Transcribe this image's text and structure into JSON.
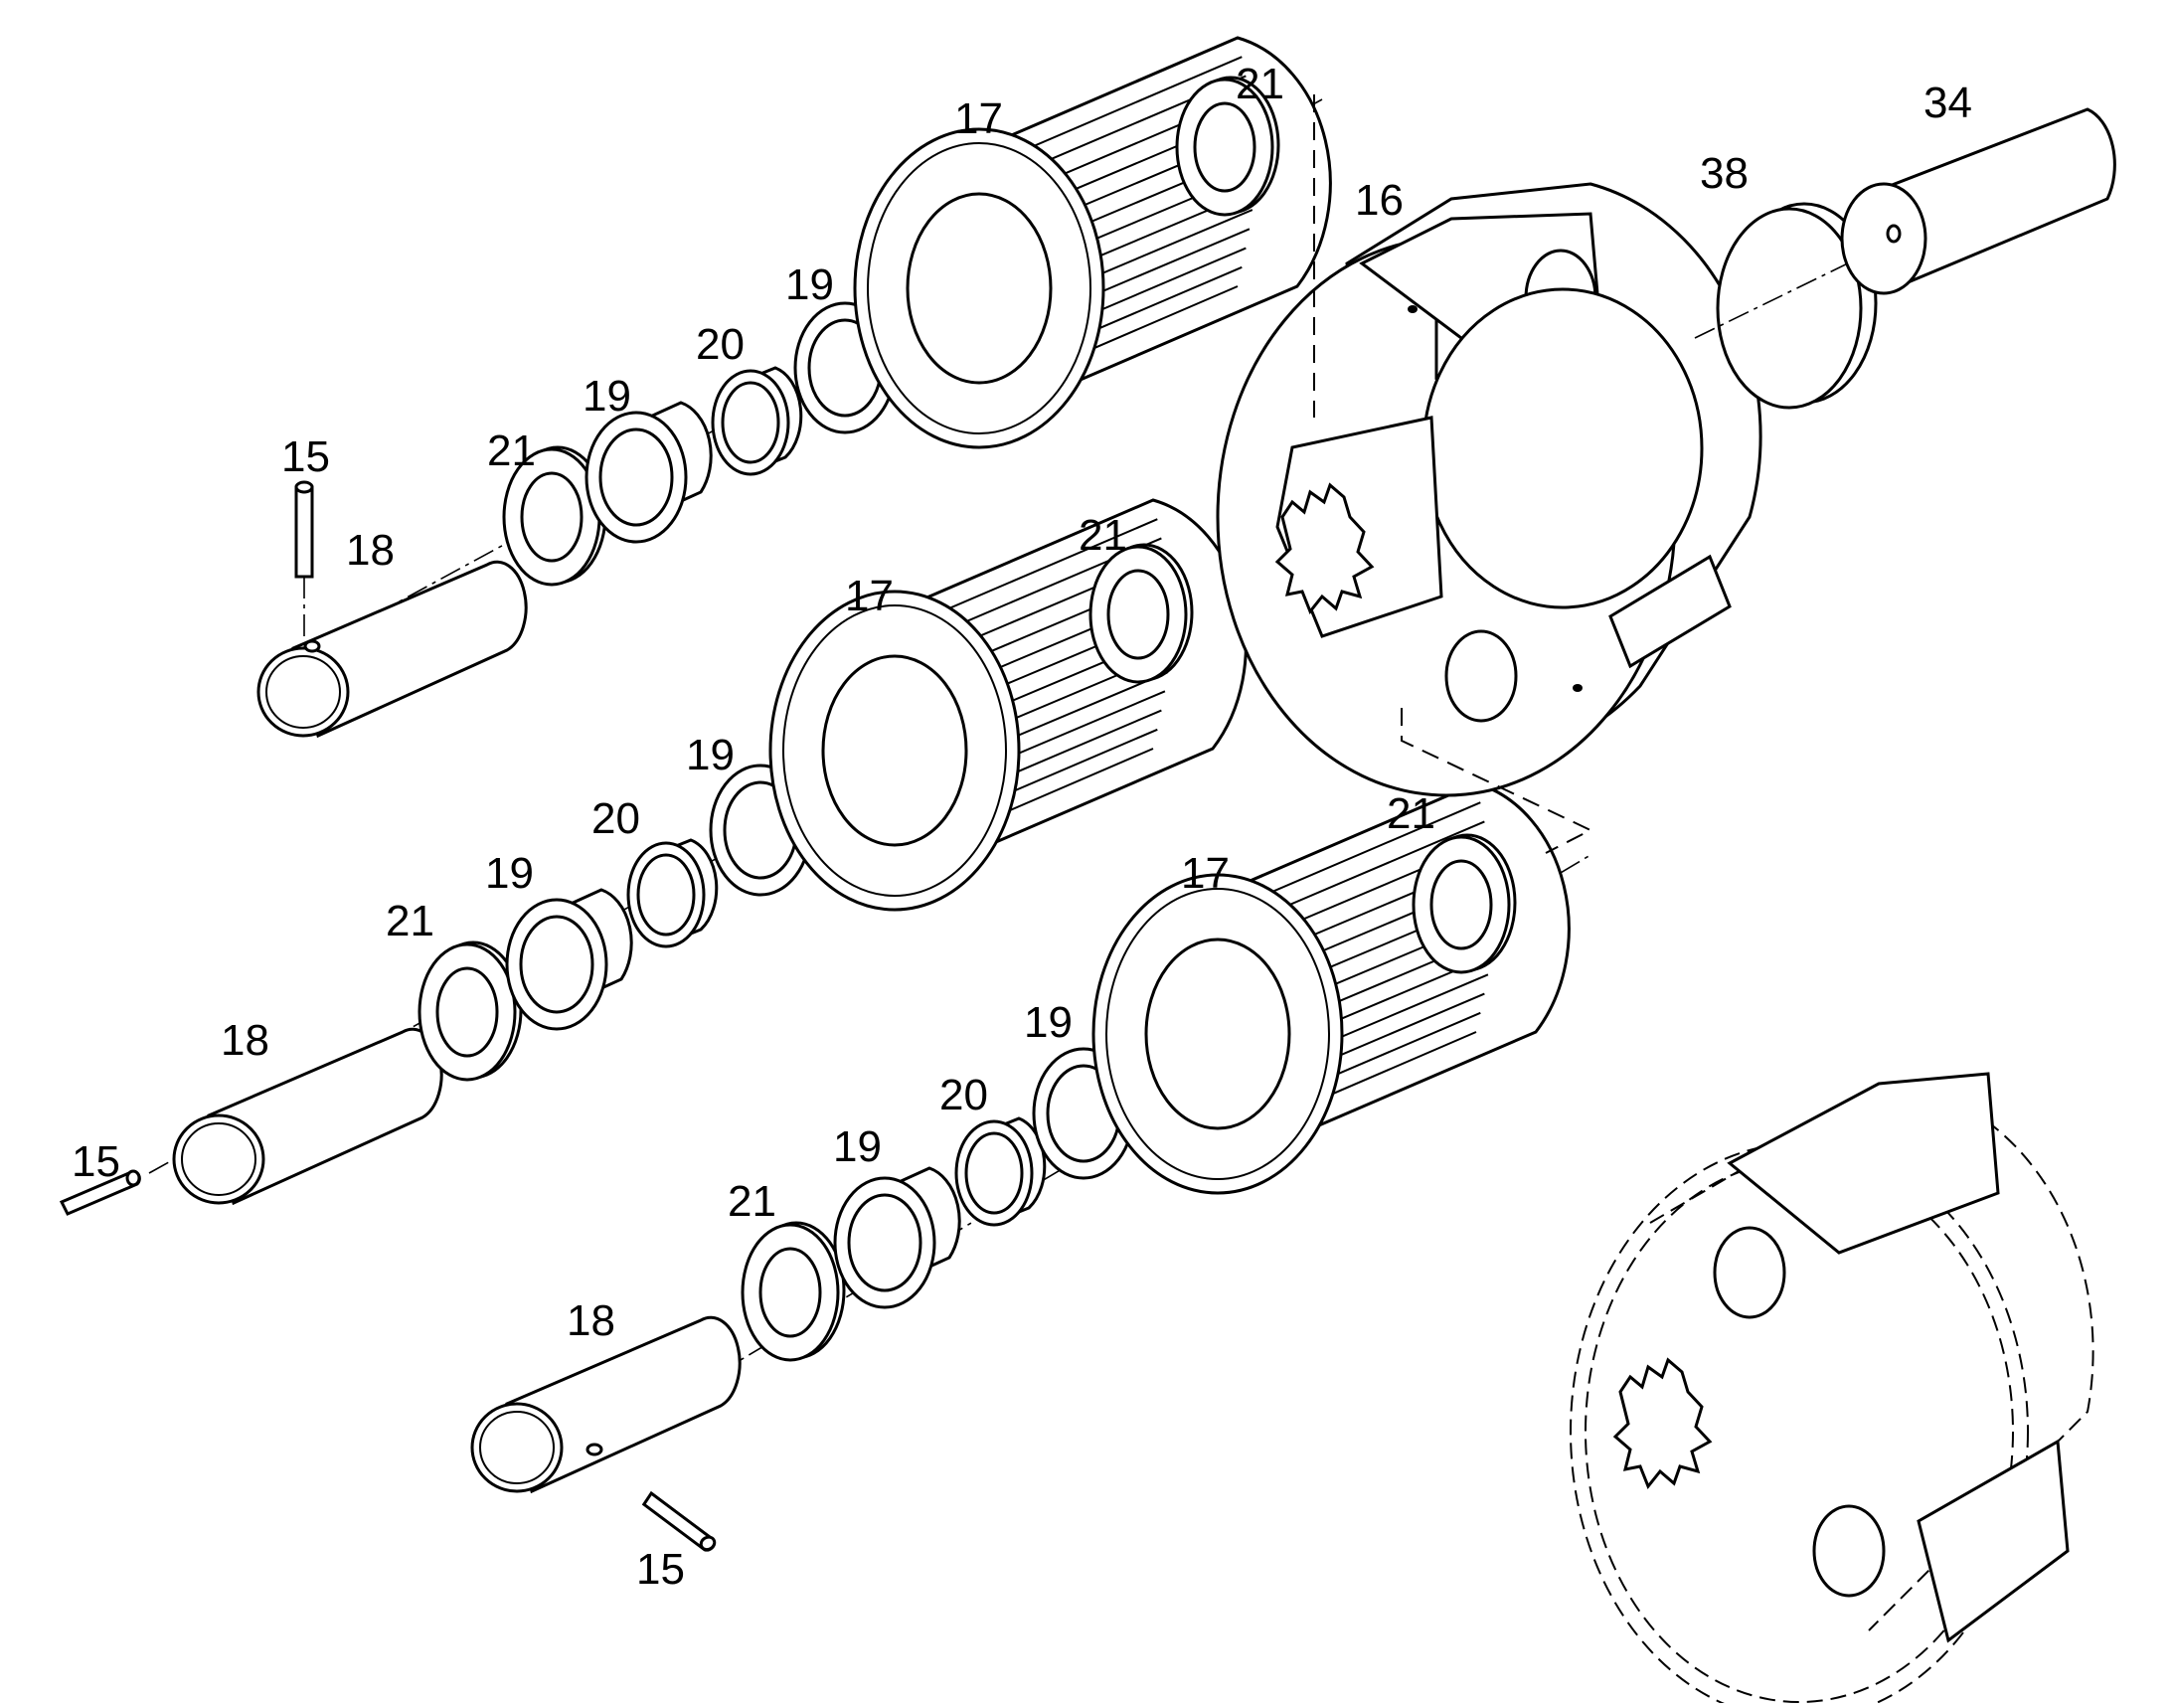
{
  "labels": {
    "l15a": "15",
    "l18a": "18",
    "l21a": "21",
    "l19a": "19",
    "l20a": "20",
    "l19b": "19",
    "l17a": "17",
    "l21b": "21",
    "l16": "16",
    "l38": "38",
    "l34": "34",
    "l21c": "21",
    "l17b": "17",
    "l19c": "19",
    "l20b": "20",
    "l19d": "19",
    "l21d": "21",
    "l18b": "18",
    "l15b": "15",
    "l21e": "21",
    "l17c": "17",
    "l19e": "19",
    "l20c": "20",
    "l19f": "19",
    "l21f": "21",
    "l18c": "18",
    "l15c": "15"
  },
  "colors": {
    "ink": "#000000",
    "paper": "#ffffff"
  }
}
